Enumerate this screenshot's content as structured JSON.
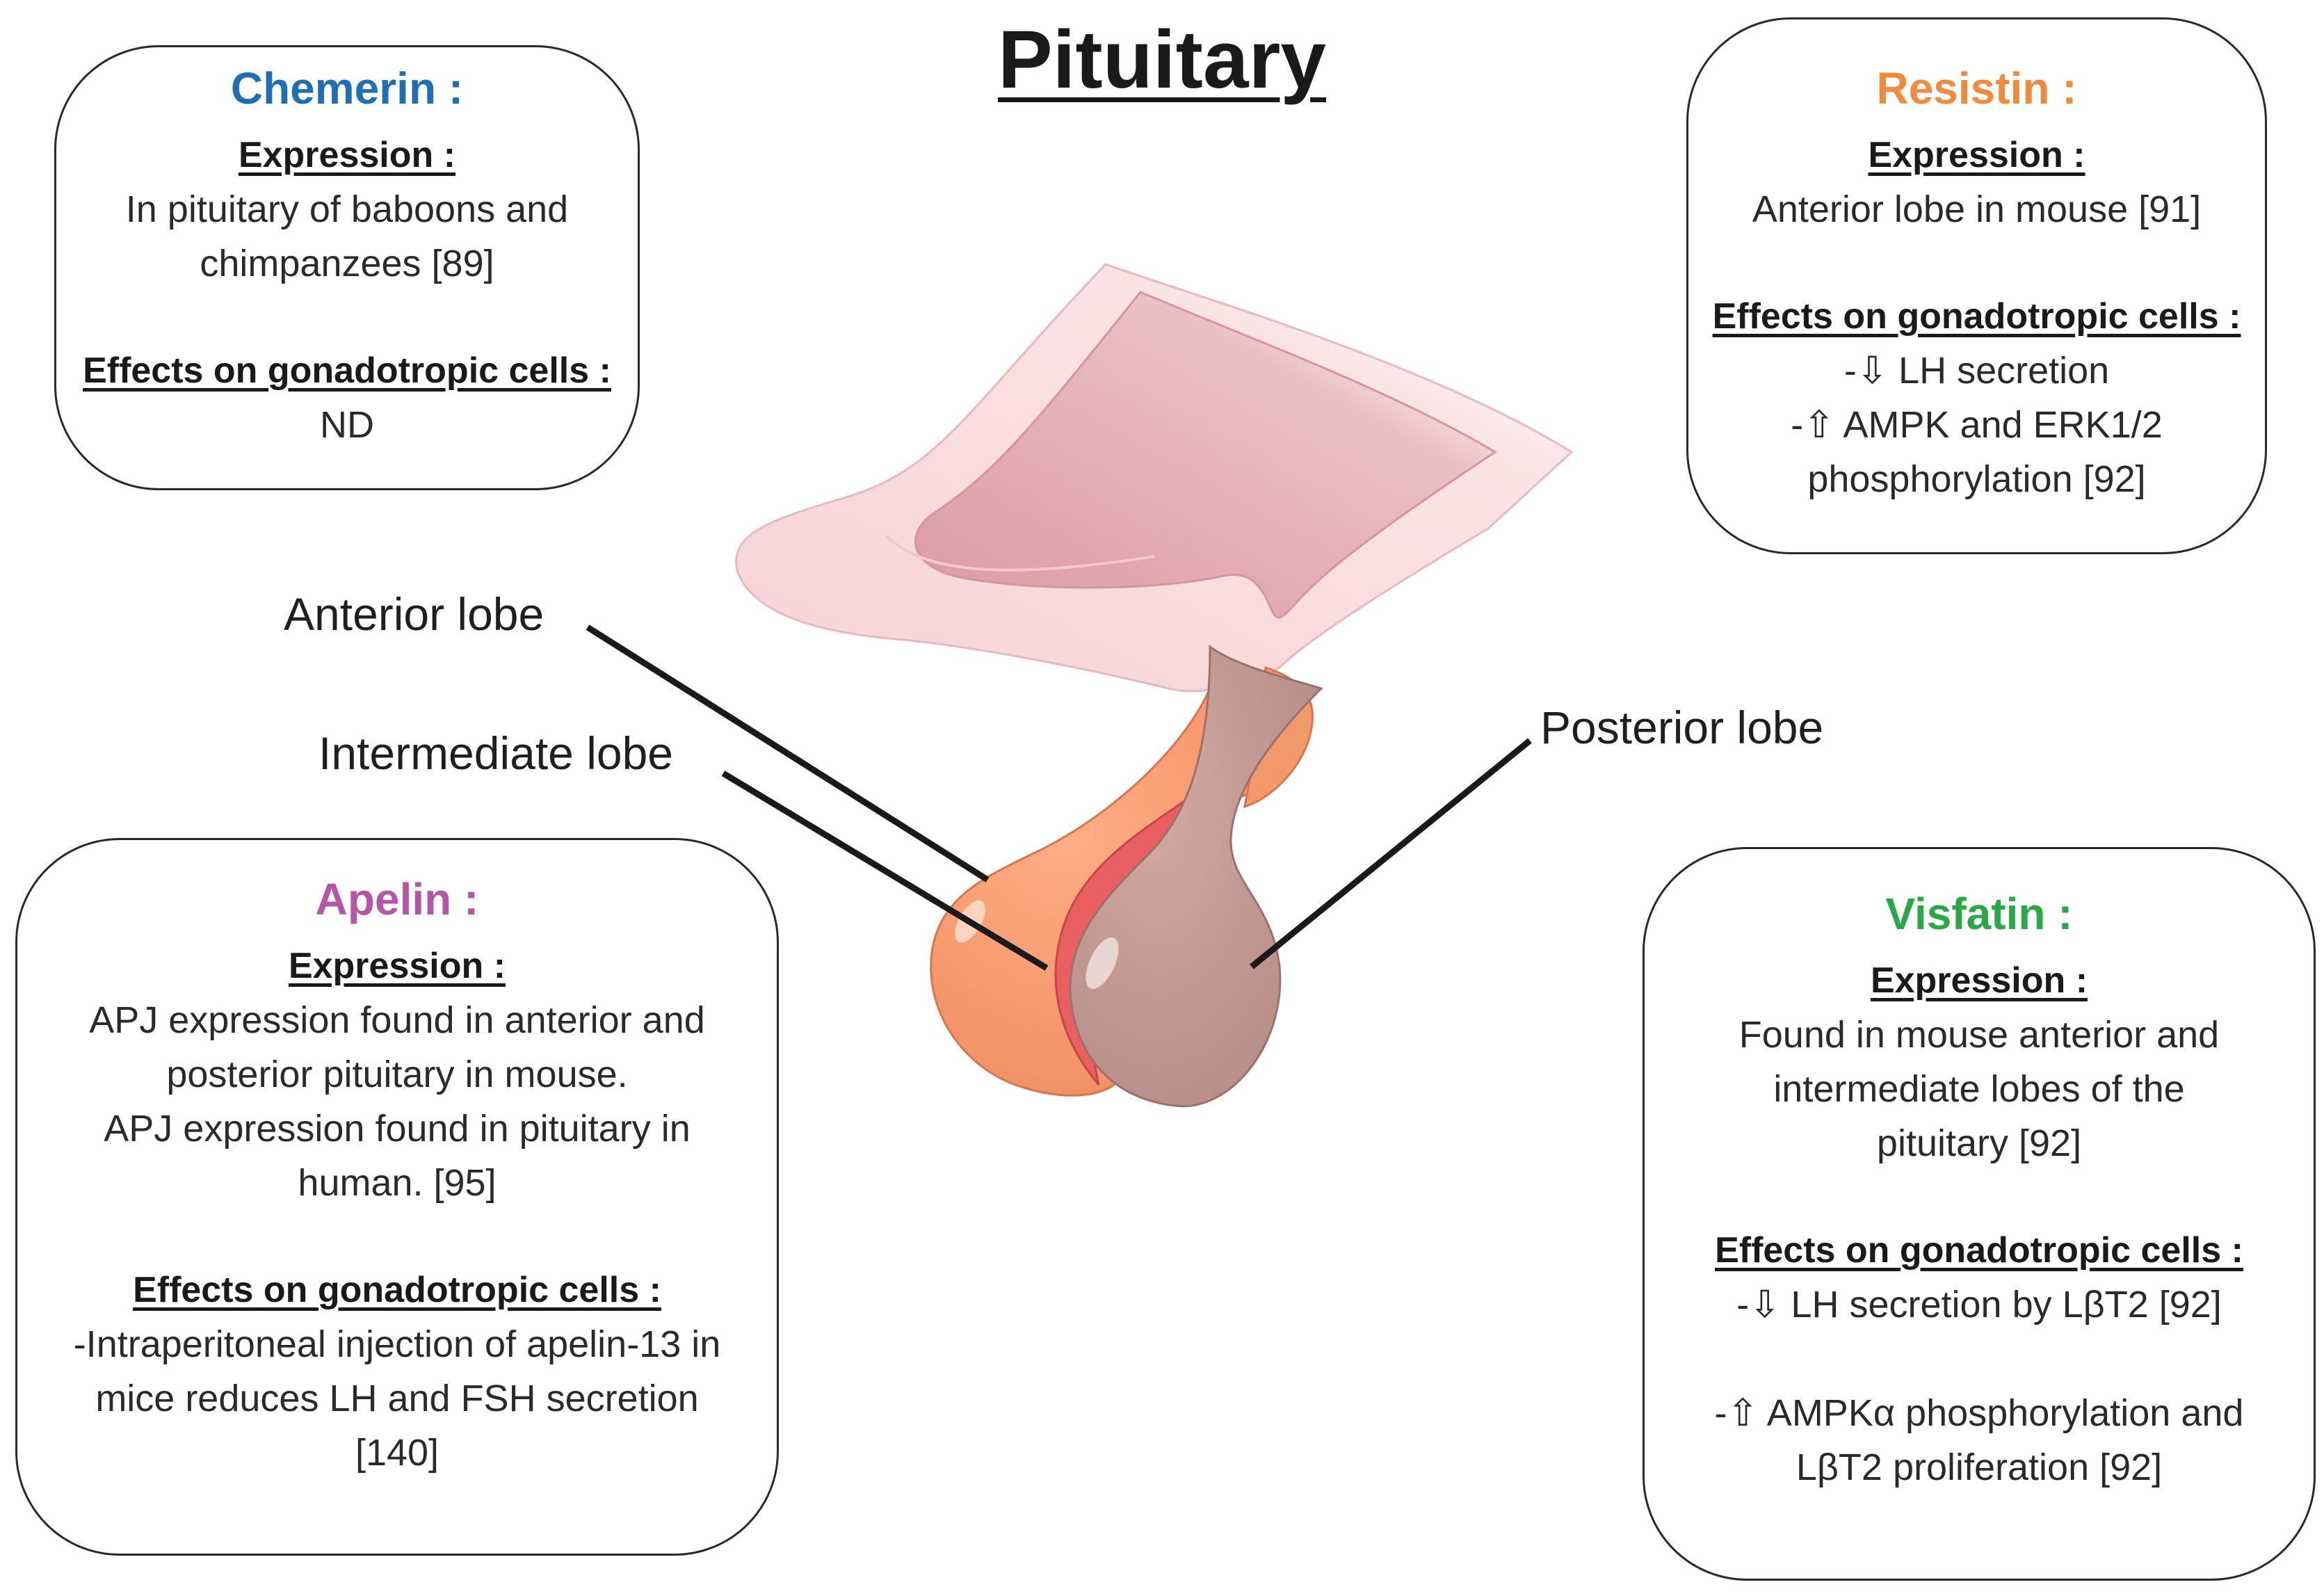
{
  "title": "Pituitary",
  "labels": {
    "anterior": "Anterior lobe",
    "intermediate": "Intermediate lobe",
    "posterior": "Posterior lobe"
  },
  "colors": {
    "chemerin": "#1f6fb5",
    "resistin": "#f08a3c",
    "apelin": "#b555a8",
    "visfatin": "#2aa845"
  },
  "boxes": {
    "chemerin": {
      "name": "Chemerin :",
      "expression_heading": "Expression :",
      "expression_lines": [
        "In pituitary of baboons and",
        "chimpanzees [89]"
      ],
      "effects_heading": "Effects on gonadotropic cells :",
      "effects_lines": [
        "ND"
      ]
    },
    "resistin": {
      "name": "Resistin :",
      "expression_heading": "Expression :",
      "expression_lines": [
        "Anterior lobe in mouse [91]"
      ],
      "effects_heading": "Effects on gonadotropic cells :",
      "effects_lines": [
        "-⇩ LH secretion",
        "-⇧ AMPK and ERK1/2",
        "phosphorylation [92]"
      ]
    },
    "apelin": {
      "name": "Apelin :",
      "expression_heading": "Expression :",
      "expression_lines": [
        "APJ expression found in anterior and",
        "posterior pituitary in mouse.",
        "APJ expression found in  pituitary in",
        "human. [95]"
      ],
      "effects_heading": "Effects on gonadotropic cells :",
      "effects_lines": [
        "-Intraperitoneal injection of apelin-13 in",
        "mice reduces LH and FSH secretion",
        "[140]"
      ]
    },
    "visfatin": {
      "name": "Visfatin :",
      "expression_heading": "Expression :",
      "expression_lines": [
        "Found in mouse anterior and",
        "intermediate lobes of the",
        "pituitary [92]"
      ],
      "effects_heading": "Effects on gonadotropic cells :",
      "effects_lines": [
        "-⇩ LH secretion by LβT2 [92]",
        "",
        "-⇧ AMPKα phosphorylation and",
        "LβT2 proliferation [92]"
      ]
    }
  }
}
